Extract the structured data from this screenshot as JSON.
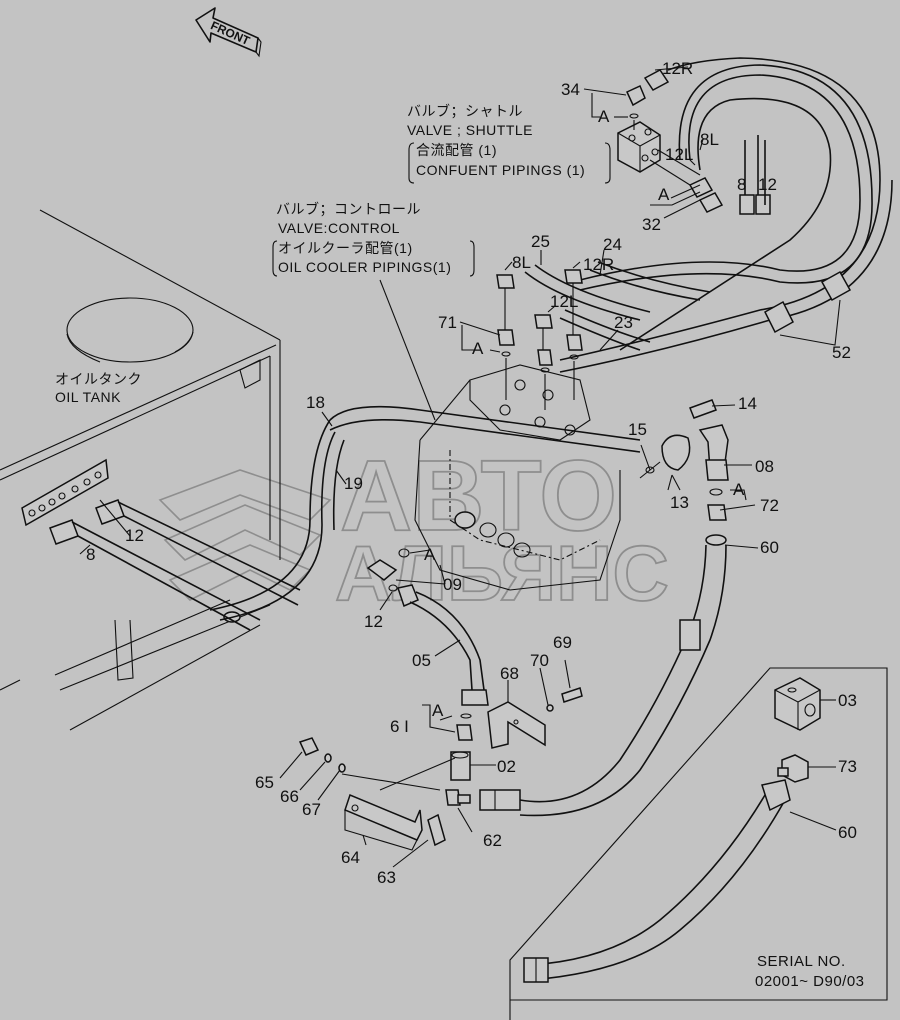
{
  "diagram": {
    "title": "Oil cooler / shuttle valve piping exploded view",
    "background_color": "#c3c3c3",
    "line_color": "#111111",
    "watermark_color": "#8e8e8e",
    "front_arrow": {
      "label": "FRONT",
      "icon": "front-direction-arrow-icon"
    },
    "notes": {
      "shuttle_valve": {
        "jp": "バルブ；シャトル",
        "en": "VALVE ; SHUTTLE",
        "sub_jp": "合流配管 (1)",
        "sub_en": "CONFUENT  PIPINGS (1)"
      },
      "control_valve": {
        "jp": "バルブ；コントロール",
        "en": "VALVE:CONTROL",
        "sub_jp": "オイルクーラ配管(1)",
        "sub_en": "OIL  COOLER  PIPINGS(1)"
      },
      "oil_tank": {
        "jp": "オイルタンク",
        "en": "OIL  TANK"
      }
    },
    "watermark": {
      "line1": "АВТО",
      "line2": "АЛЬЯНС"
    },
    "callouts": [
      {
        "id": "34",
        "text": "34"
      },
      {
        "id": "12R-top",
        "text": "12R"
      },
      {
        "id": "A-top",
        "text": "A"
      },
      {
        "id": "8L-top",
        "text": "8L"
      },
      {
        "id": "12L-top",
        "text": "12L"
      },
      {
        "id": "8-top",
        "text": "8"
      },
      {
        "id": "12-top",
        "text": "12"
      },
      {
        "id": "A-32",
        "text": "A"
      },
      {
        "id": "32",
        "text": "32"
      },
      {
        "id": "25",
        "text": "25"
      },
      {
        "id": "24",
        "text": "24"
      },
      {
        "id": "8L-mid",
        "text": "8L"
      },
      {
        "id": "12R-mid",
        "text": "12R"
      },
      {
        "id": "12L-mid",
        "text": "12L"
      },
      {
        "id": "23",
        "text": "23"
      },
      {
        "id": "71",
        "text": "71"
      },
      {
        "id": "A-71",
        "text": "A"
      },
      {
        "id": "52",
        "text": "52"
      },
      {
        "id": "18",
        "text": "18"
      },
      {
        "id": "19",
        "text": "19"
      },
      {
        "id": "14",
        "text": "14"
      },
      {
        "id": "15",
        "text": "15"
      },
      {
        "id": "08",
        "text": "08"
      },
      {
        "id": "13",
        "text": "13"
      },
      {
        "id": "A-72",
        "text": "A"
      },
      {
        "id": "72",
        "text": "72"
      },
      {
        "id": "60-top",
        "text": "60"
      },
      {
        "id": "12-tank",
        "text": "12"
      },
      {
        "id": "8-tank",
        "text": "8"
      },
      {
        "id": "A-09",
        "text": "A"
      },
      {
        "id": "09",
        "text": "09"
      },
      {
        "id": "12-09",
        "text": "12"
      },
      {
        "id": "05",
        "text": "05"
      },
      {
        "id": "68",
        "text": "68"
      },
      {
        "id": "70",
        "text": "70"
      },
      {
        "id": "69",
        "text": "69"
      },
      {
        "id": "A-61",
        "text": "A"
      },
      {
        "id": "61",
        "text": "6 I"
      },
      {
        "id": "02",
        "text": "02"
      },
      {
        "id": "65",
        "text": "65"
      },
      {
        "id": "66",
        "text": "66"
      },
      {
        "id": "67",
        "text": "67"
      },
      {
        "id": "62",
        "text": "62"
      },
      {
        "id": "64",
        "text": "64"
      },
      {
        "id": "63",
        "text": "63"
      },
      {
        "id": "03",
        "text": "03"
      },
      {
        "id": "73",
        "text": "73"
      },
      {
        "id": "60-inset",
        "text": "60"
      }
    ],
    "inset": {
      "serial_label": "SERIAL  NO.",
      "serial_range": "02001~ D90/03"
    }
  }
}
